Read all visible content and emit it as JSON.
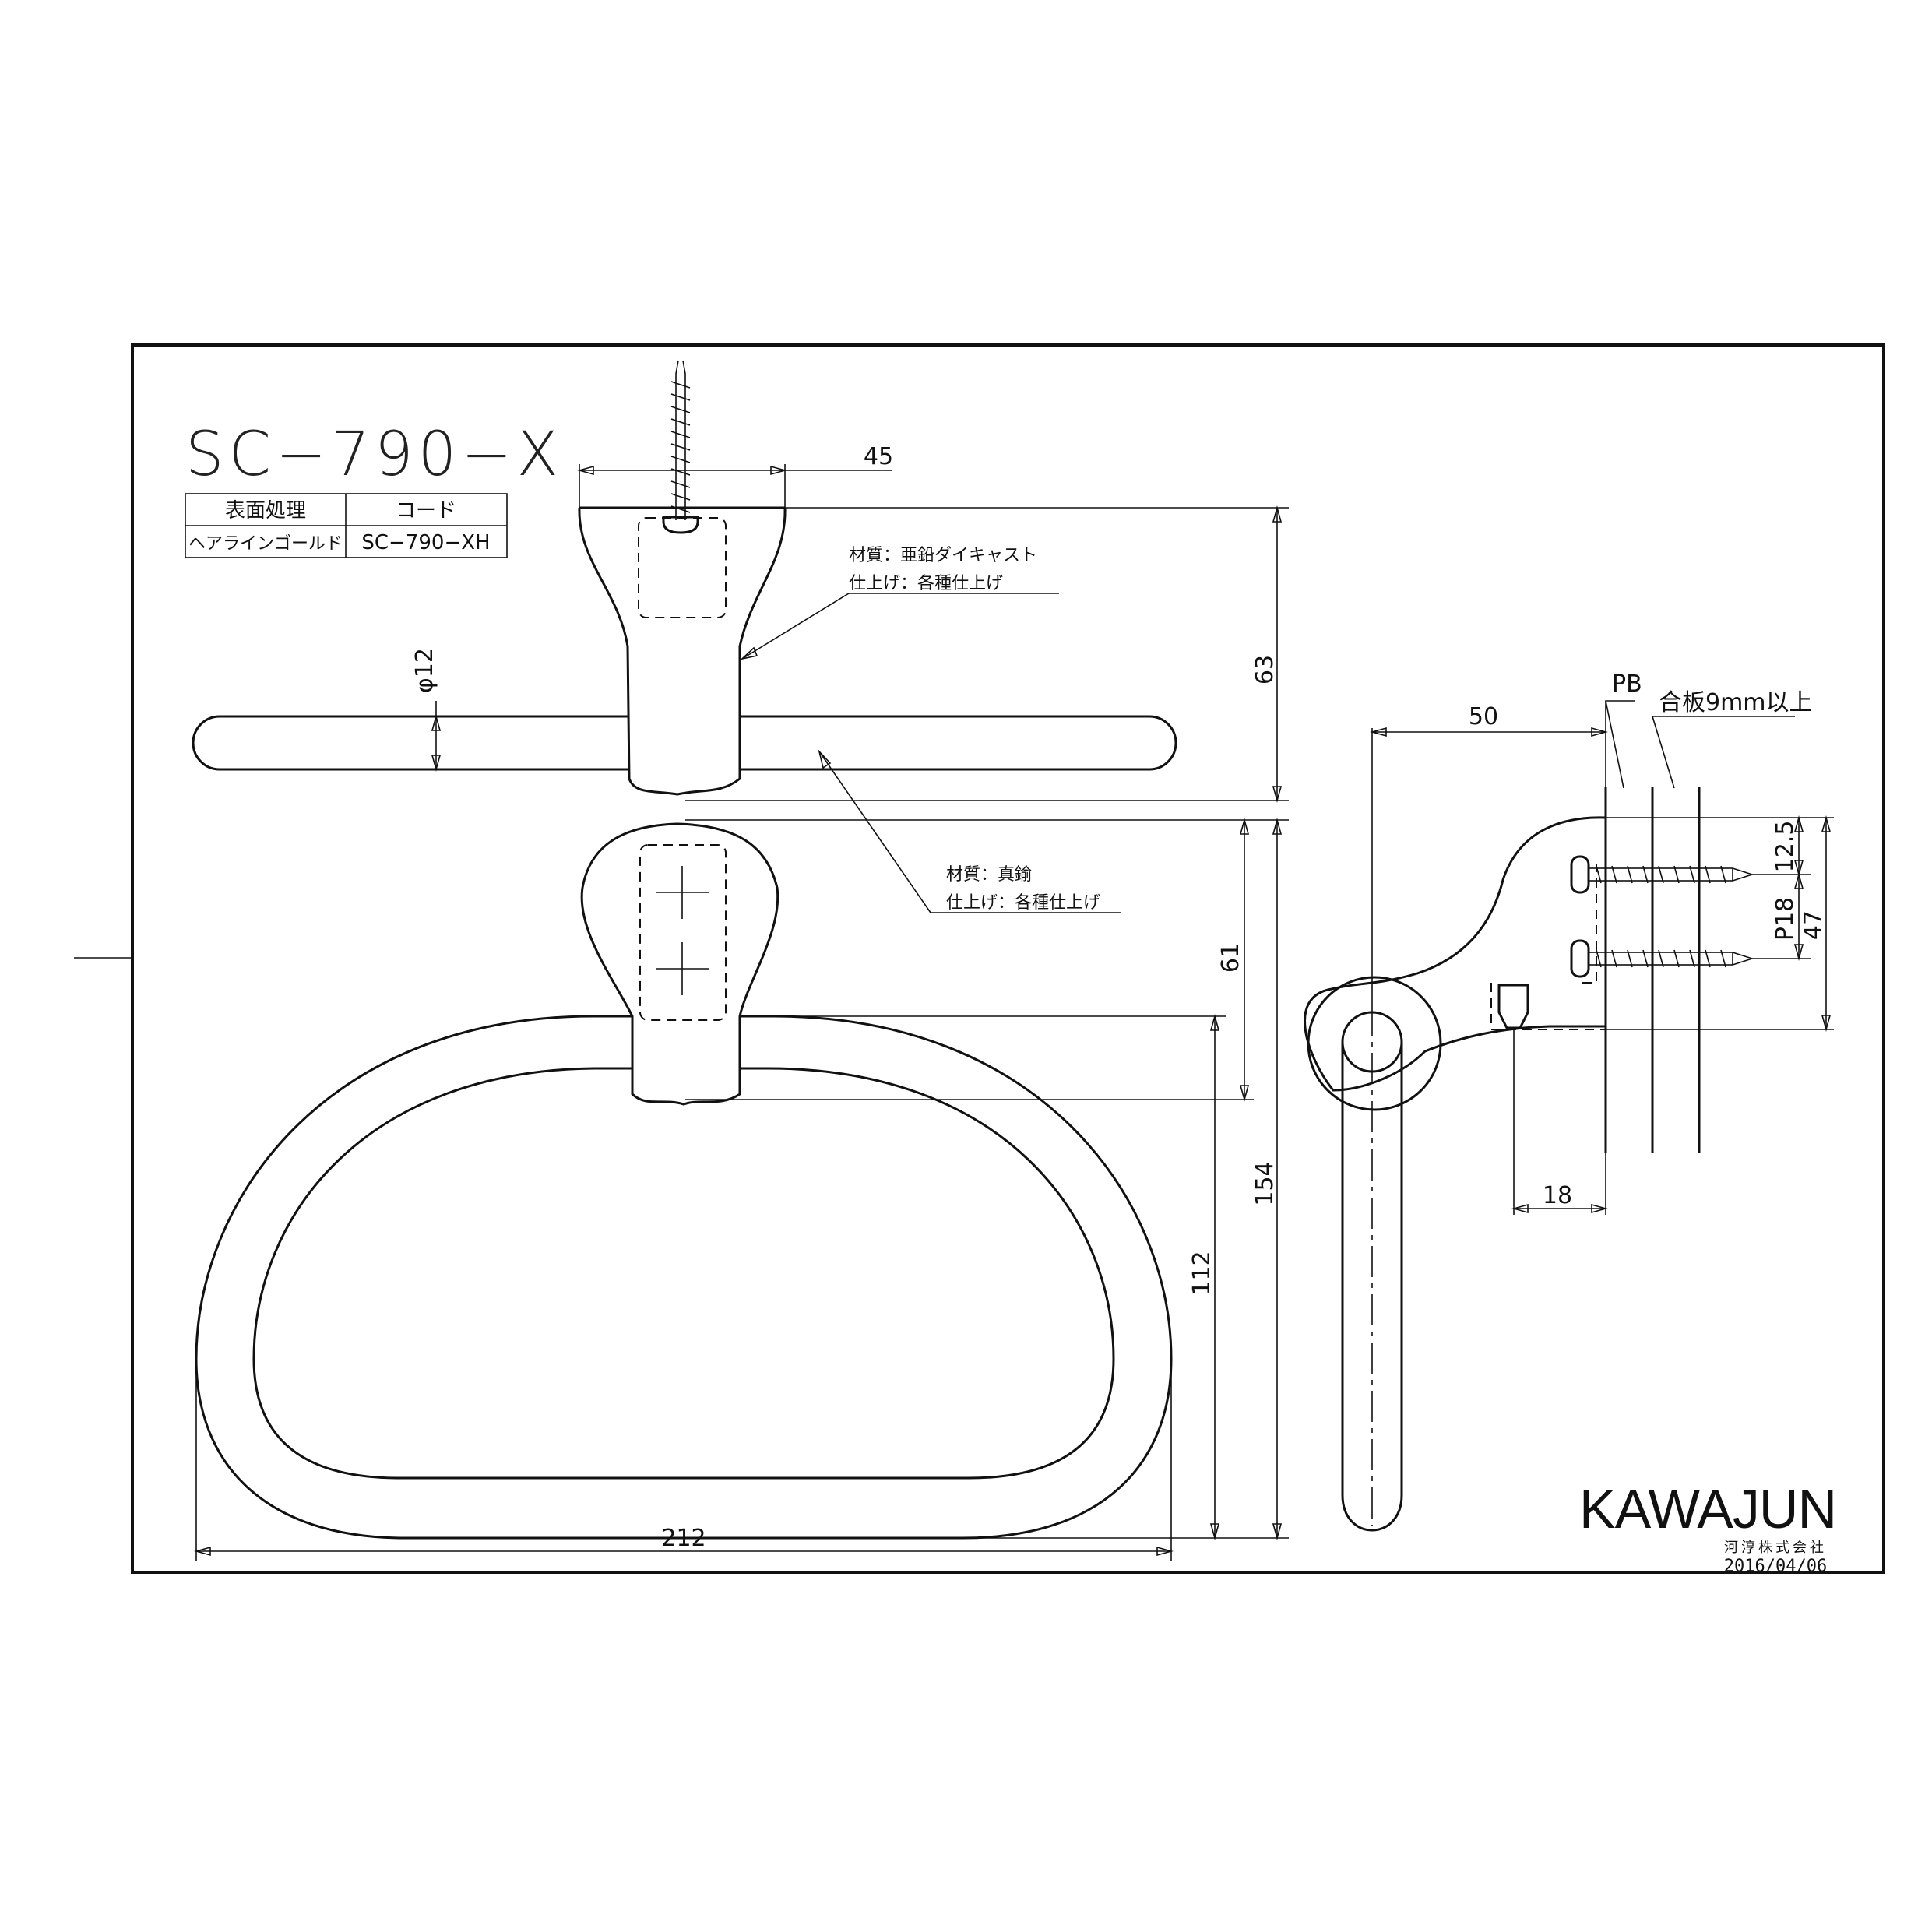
{
  "title": "SC−790−X",
  "spec_table": {
    "header_finish": "表面処理",
    "header_code": "コード",
    "row_finish": "ヘアラインゴールド",
    "row_code": "SC−790−XH"
  },
  "notes": {
    "bracket_material": "材質：亜鉛ダイキャスト",
    "bracket_finish": "仕上げ：各種仕上げ",
    "ring_material": "材質：真鍮",
    "ring_finish": "仕上げ：各種仕上げ"
  },
  "dimensions": {
    "base_width": "45",
    "rod_diameter": "φ12",
    "top_height": "63",
    "bracket_height": "61",
    "ring_height": "112",
    "total_height": "154",
    "ring_width": "212",
    "side_depth": "50",
    "pb_label": "PB",
    "plywood_label": "合板9mm以上",
    "screw_top": "12.5",
    "screw_pitch": "P18",
    "plate_height": "47",
    "plate_depth": "18"
  },
  "brand": {
    "name": "KAWAJUN",
    "company": "河淳株式会社",
    "date": "2016/04/06"
  }
}
